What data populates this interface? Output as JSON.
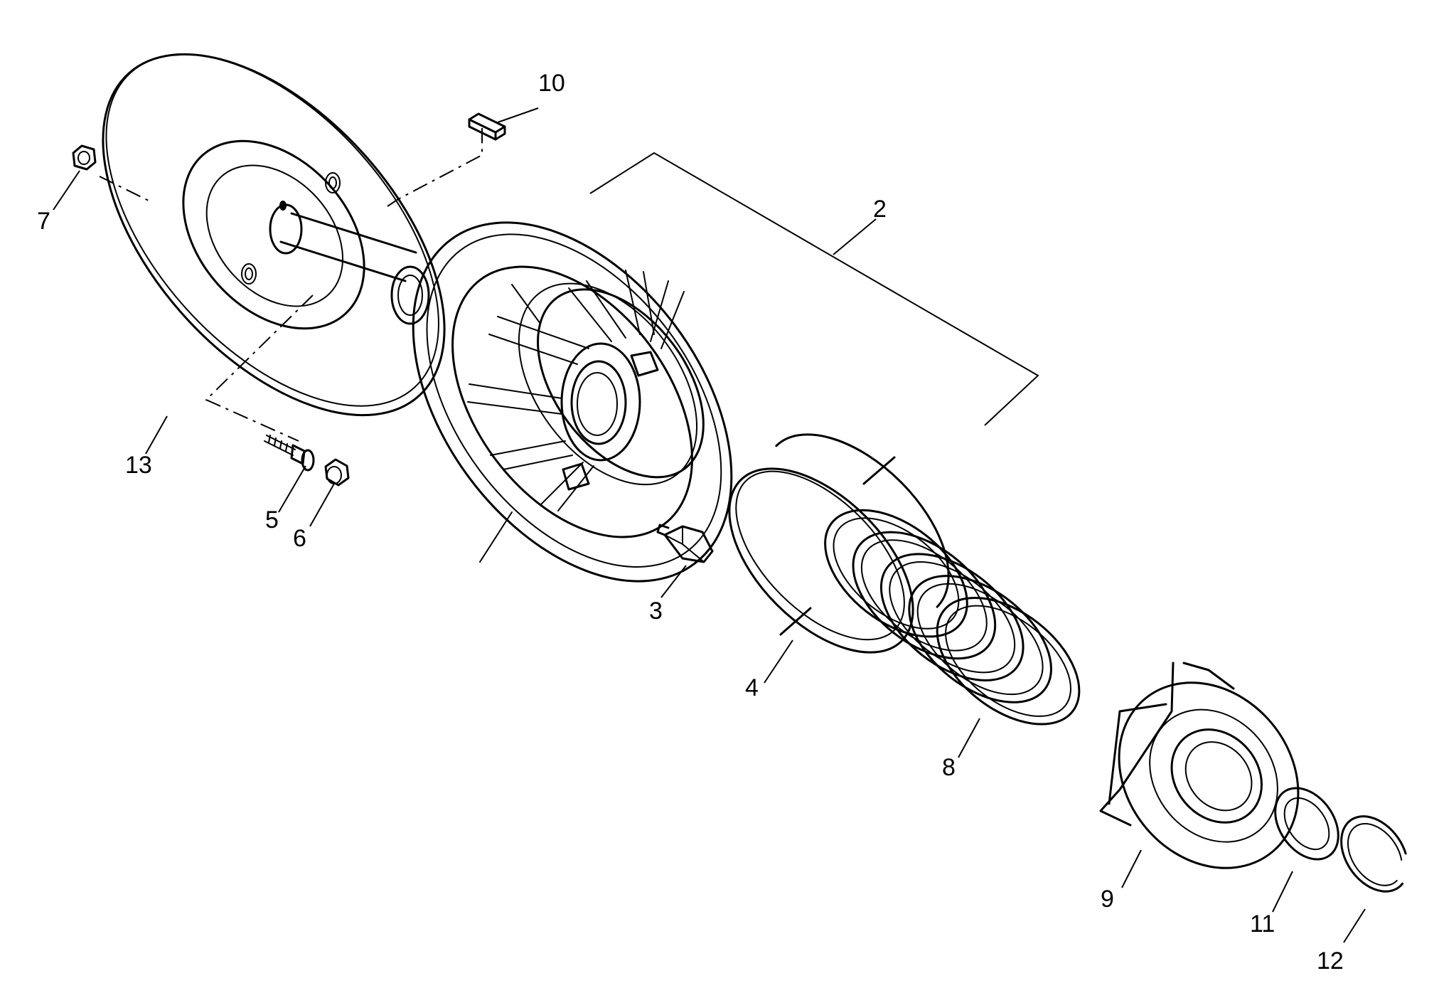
{
  "callouts": [
    {
      "id": "c2",
      "label": "2"
    },
    {
      "id": "c3",
      "label": "3"
    },
    {
      "id": "c4",
      "label": "4"
    },
    {
      "id": "c5",
      "label": "5"
    },
    {
      "id": "c6",
      "label": "6"
    },
    {
      "id": "c7",
      "label": "7"
    },
    {
      "id": "c8",
      "label": "8"
    },
    {
      "id": "c9",
      "label": "9"
    },
    {
      "id": "c10",
      "label": "10"
    },
    {
      "id": "c11",
      "label": "11"
    },
    {
      "id": "c12",
      "label": "12"
    },
    {
      "id": "c13",
      "label": "13"
    }
  ]
}
